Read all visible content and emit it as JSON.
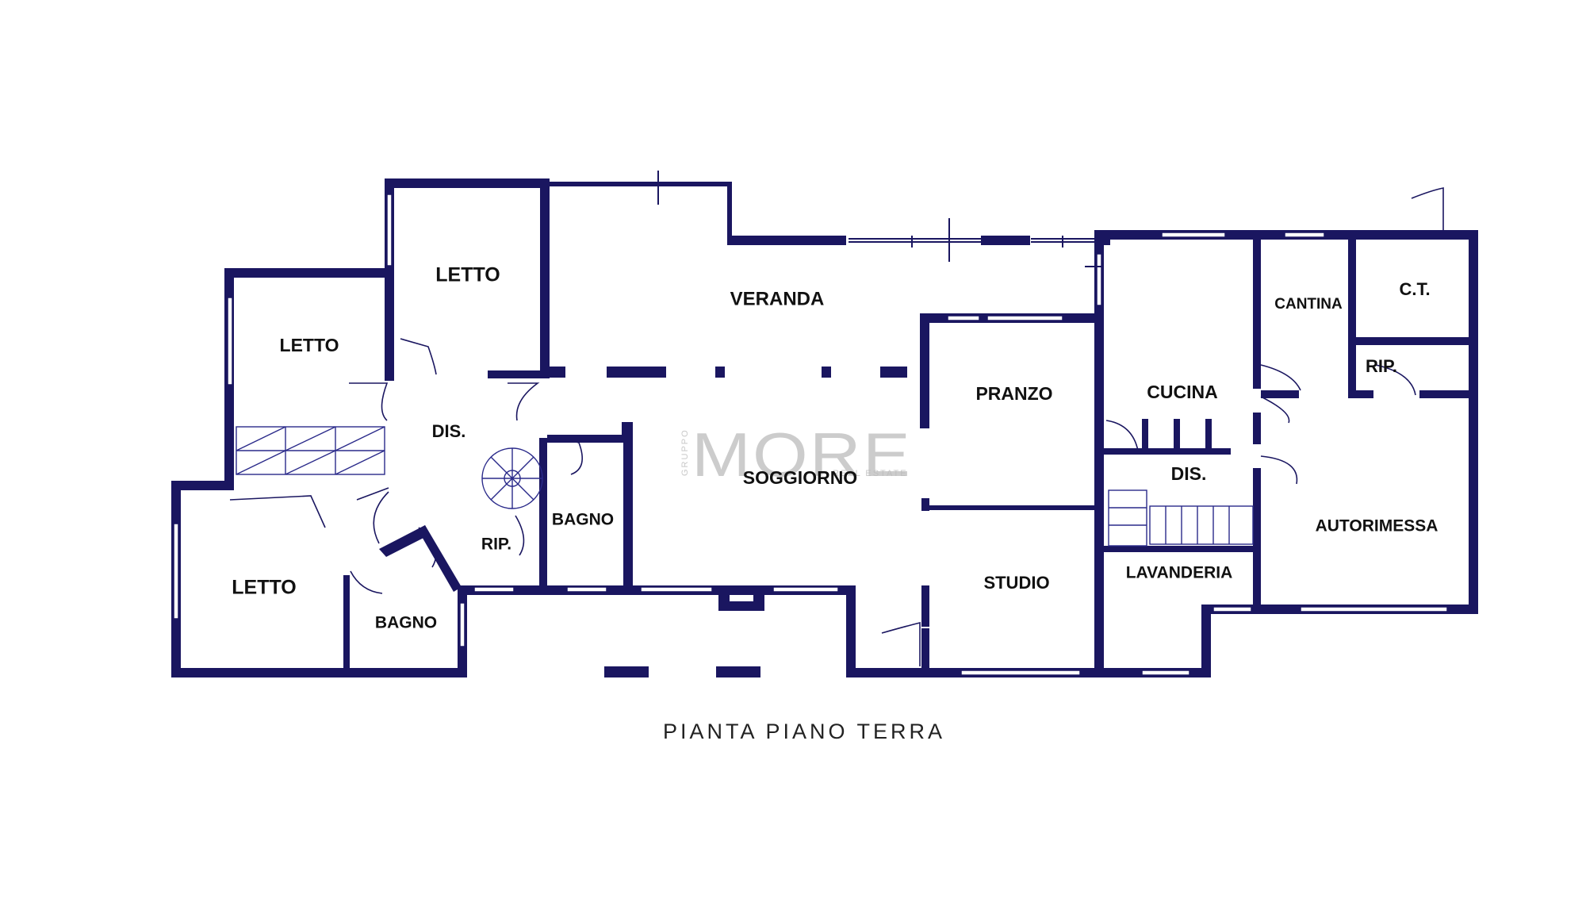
{
  "plan_title": "PIANTA PIANO TERRA",
  "watermark": {
    "prefix": "GRUPPO",
    "brand": "MORE",
    "suffix": "REAL ESTATE"
  },
  "rooms": {
    "letto_top": "LETTO",
    "letto_left": "LETTO",
    "letto_bottom": "LETTO",
    "dis_left": "DIS.",
    "rip_left": "RIP.",
    "bagno_center": "BAGNO",
    "bagno_bottom": "BAGNO",
    "veranda": "VERANDA",
    "soggiorno": "SOGGIORNO",
    "pranzo": "PRANZO",
    "studio": "STUDIO",
    "cucina": "CUCINA",
    "dis_right": "DIS.",
    "lavanderia": "LAVANDERIA",
    "cantina": "CANTINA",
    "ct": "C.T.",
    "rip_right": "RIP.",
    "autorimessa": "AUTORIMESSA"
  },
  "colors": {
    "wall": "#1a1660",
    "text": "#111111",
    "watermark": "#bbbbbb"
  }
}
